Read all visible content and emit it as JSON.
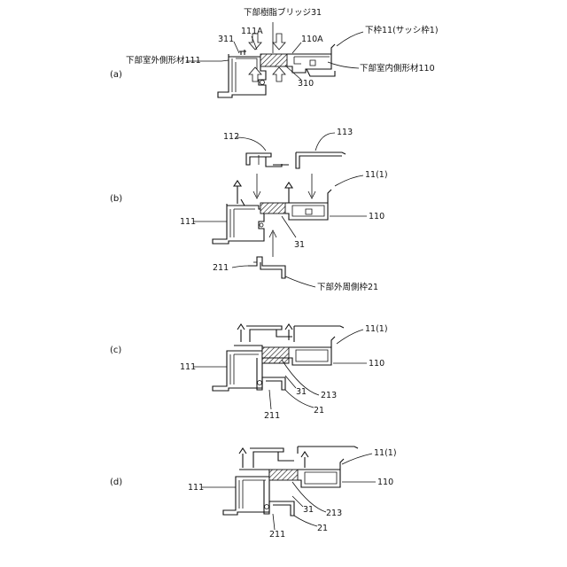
{
  "panels": {
    "a": {
      "label": "(a)",
      "callouts": {
        "bridge": "下部樹脂ブリッジ31",
        "sash": "下枠11(サッシ枠1)",
        "p311": "311",
        "p111A": "111A",
        "p110A": "110A",
        "outer": "下部室外側形材111",
        "inner": "下部室内側形材110",
        "p310": "310"
      }
    },
    "b": {
      "label": "(b)",
      "callouts": {
        "p112": "112",
        "p113": "113",
        "p11": "11(1)",
        "p111": "111",
        "p110": "110",
        "p31": "31",
        "p211": "211",
        "frame": "下部外周側枠21"
      }
    },
    "c": {
      "label": "(c)",
      "callouts": {
        "p11": "11(1)",
        "p111": "111",
        "p110": "110",
        "p31": "31",
        "p213": "213",
        "p211": "211",
        "p21": "21"
      }
    },
    "d": {
      "label": "(d)",
      "callouts": {
        "p11": "11(1)",
        "p111": "111",
        "p110": "110",
        "p31": "31",
        "p213": "213",
        "p211": "211",
        "p21": "21"
      }
    }
  }
}
